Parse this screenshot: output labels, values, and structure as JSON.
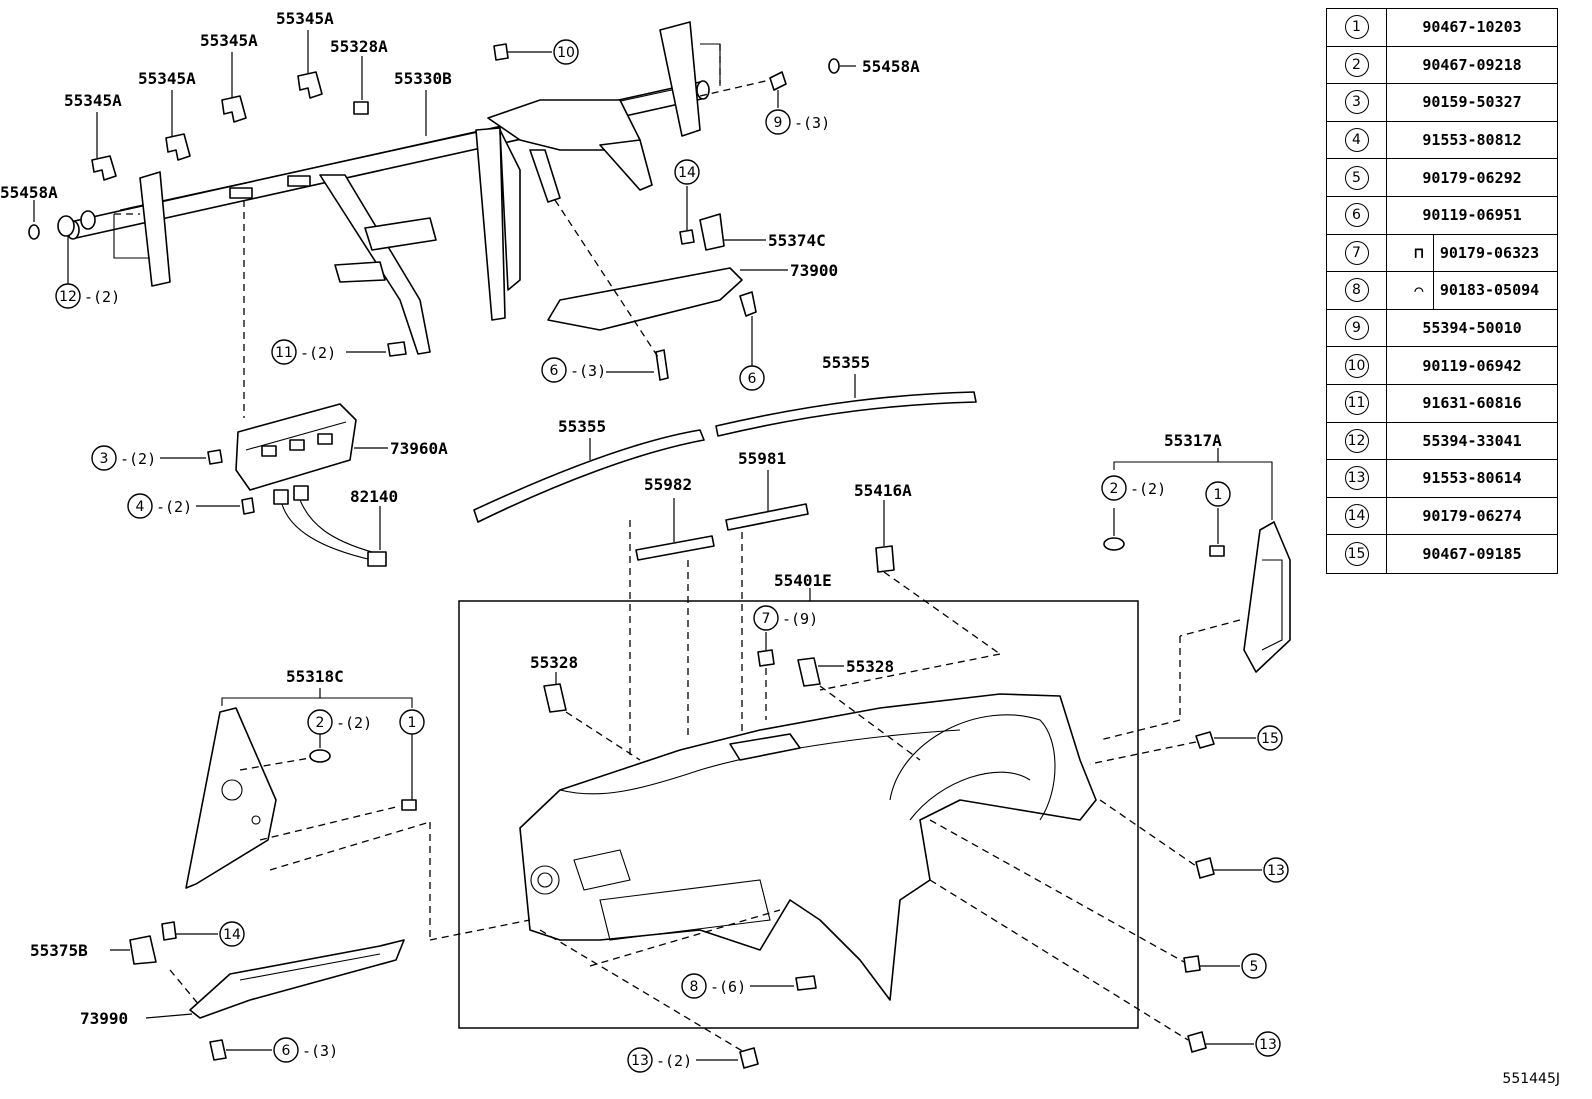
{
  "drawing_code": "551445J",
  "legend": [
    {
      "num": "1",
      "part": "90467-10203"
    },
    {
      "num": "2",
      "part": "90467-09218"
    },
    {
      "num": "3",
      "part": "90159-50327"
    },
    {
      "num": "4",
      "part": "91553-80812"
    },
    {
      "num": "5",
      "part": "90179-06292"
    },
    {
      "num": "6",
      "part": "90119-06951"
    },
    {
      "num": "7",
      "part": "90179-06323"
    },
    {
      "num": "8",
      "part": "90183-05094"
    },
    {
      "num": "9",
      "part": "55394-50010"
    },
    {
      "num": "10",
      "part": "90119-06942"
    },
    {
      "num": "11",
      "part": "91631-60816"
    },
    {
      "num": "12",
      "part": "55394-33041"
    },
    {
      "num": "13",
      "part": "91553-80614"
    },
    {
      "num": "14",
      "part": "90179-06274"
    },
    {
      "num": "15",
      "part": "90467-09185"
    }
  ],
  "part_labels": {
    "p55345a_1": "55345A",
    "p55345a_2": "55345A",
    "p55345a_3": "55345A",
    "p55345a_4": "55345A",
    "p55328a": "55328A",
    "p55330b": "55330B",
    "p55458a_right": "55458A",
    "p55458a_left": "55458A",
    "p55374c": "55374C",
    "p73900": "73900",
    "p55355_upper": "55355",
    "p55355_lower": "55355",
    "p73960a": "73960A",
    "p82140": "82140",
    "p55982": "55982",
    "p55981": "55981",
    "p55416a": "55416A",
    "p55401e": "55401E",
    "p55317a": "55317A",
    "p55328_left": "55328",
    "p55328_right": "55328",
    "p55318c": "55318C",
    "p55375b": "55375B",
    "p73990": "73990"
  },
  "callouts": {
    "c10": {
      "num": "10",
      "qty": ""
    },
    "c9": {
      "num": "9",
      "qty": "-(3)"
    },
    "c14_top": {
      "num": "14",
      "qty": ""
    },
    "c12": {
      "num": "12",
      "qty": "-(2)"
    },
    "c11": {
      "num": "11",
      "qty": "-(2)"
    },
    "c6_mid": {
      "num": "6",
      "qty": "-(3)"
    },
    "c6_right": {
      "num": "6",
      "qty": ""
    },
    "c3": {
      "num": "3",
      "qty": "-(2)"
    },
    "c4": {
      "num": "4",
      "qty": "-(2)"
    },
    "c2_right": {
      "num": "2",
      "qty": "-(2)"
    },
    "c1_right": {
      "num": "1",
      "qty": ""
    },
    "c7": {
      "num": "7",
      "qty": "-(9)"
    },
    "c2_left": {
      "num": "2",
      "qty": "-(2)"
    },
    "c1_left": {
      "num": "1",
      "qty": ""
    },
    "c15": {
      "num": "15",
      "qty": ""
    },
    "c13_a": {
      "num": "13",
      "qty": ""
    },
    "c5": {
      "num": "5",
      "qty": ""
    },
    "c13_b": {
      "num": "13",
      "qty": ""
    },
    "c14_bot": {
      "num": "14",
      "qty": ""
    },
    "c8": {
      "num": "8",
      "qty": "-(6)"
    },
    "c6_bot": {
      "num": "6",
      "qty": "-(3)"
    },
    "c13_bot": {
      "num": "13",
      "qty": "-(2)"
    }
  }
}
